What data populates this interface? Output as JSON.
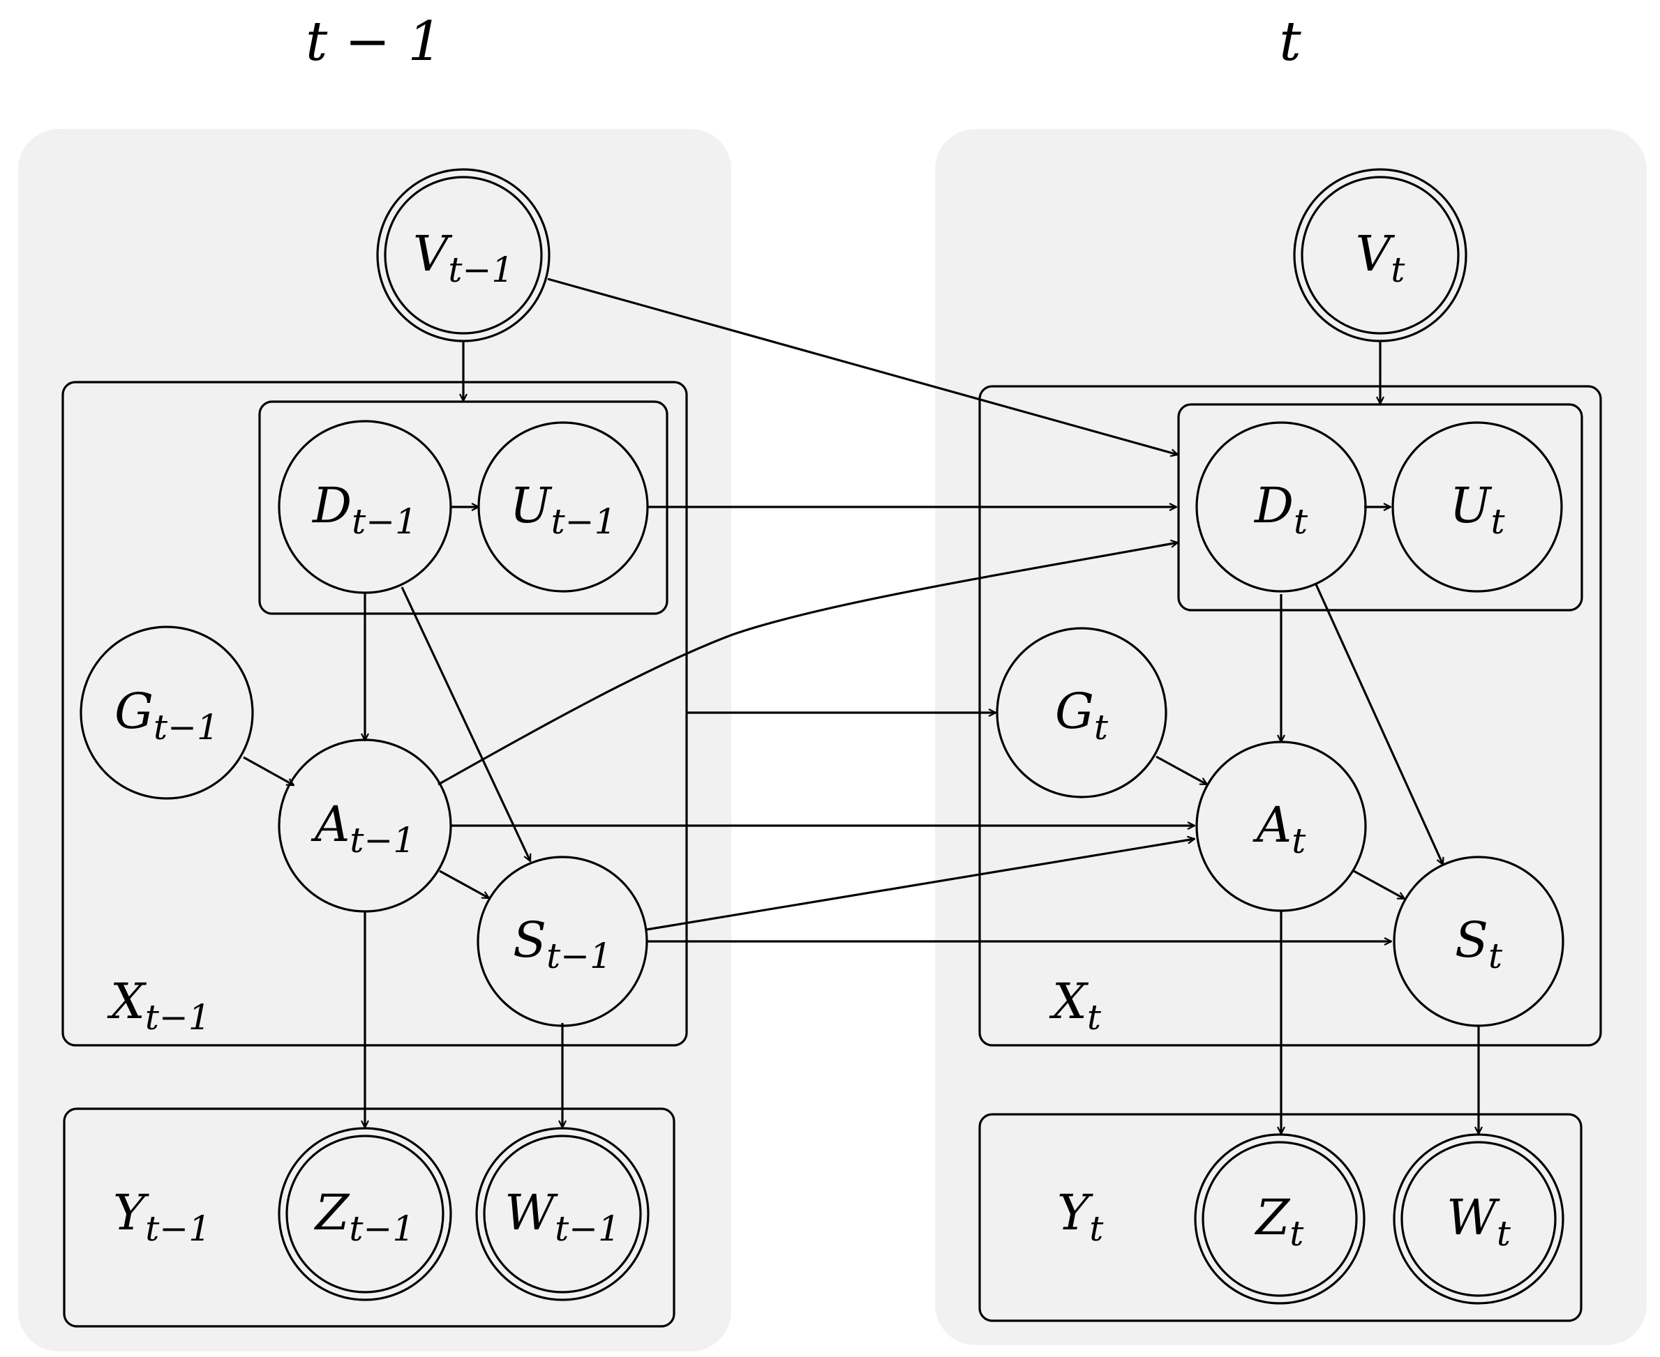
{
  "time_labels": {
    "left": "t − 1",
    "right": "t"
  },
  "nodes": {
    "V_prev": {
      "base": "V",
      "sub": "t−1"
    },
    "D_prev": {
      "base": "D",
      "sub": "t−1"
    },
    "U_prev": {
      "base": "U",
      "sub": "t−1"
    },
    "G_prev": {
      "base": "G",
      "sub": "t−1"
    },
    "A_prev": {
      "base": "A",
      "sub": "t−1"
    },
    "S_prev": {
      "base": "S",
      "sub": "t−1"
    },
    "Z_prev": {
      "base": "Z",
      "sub": "t−1"
    },
    "W_prev": {
      "base": "W",
      "sub": "t−1"
    },
    "V_t": {
      "base": "V",
      "sub": "t"
    },
    "D_t": {
      "base": "D",
      "sub": "t"
    },
    "U_t": {
      "base": "U",
      "sub": "t"
    },
    "G_t": {
      "base": "G",
      "sub": "t"
    },
    "A_t": {
      "base": "A",
      "sub": "t"
    },
    "S_t": {
      "base": "S",
      "sub": "t"
    },
    "Z_t": {
      "base": "Z",
      "sub": "t"
    },
    "W_t": {
      "base": "W",
      "sub": "t"
    }
  },
  "groups": {
    "X_prev": {
      "base": "X",
      "sub": "t−1"
    },
    "Y_prev": {
      "base": "Y",
      "sub": "t−1"
    },
    "X_t": {
      "base": "X",
      "sub": "t"
    },
    "Y_t": {
      "base": "Y",
      "sub": "t"
    }
  }
}
